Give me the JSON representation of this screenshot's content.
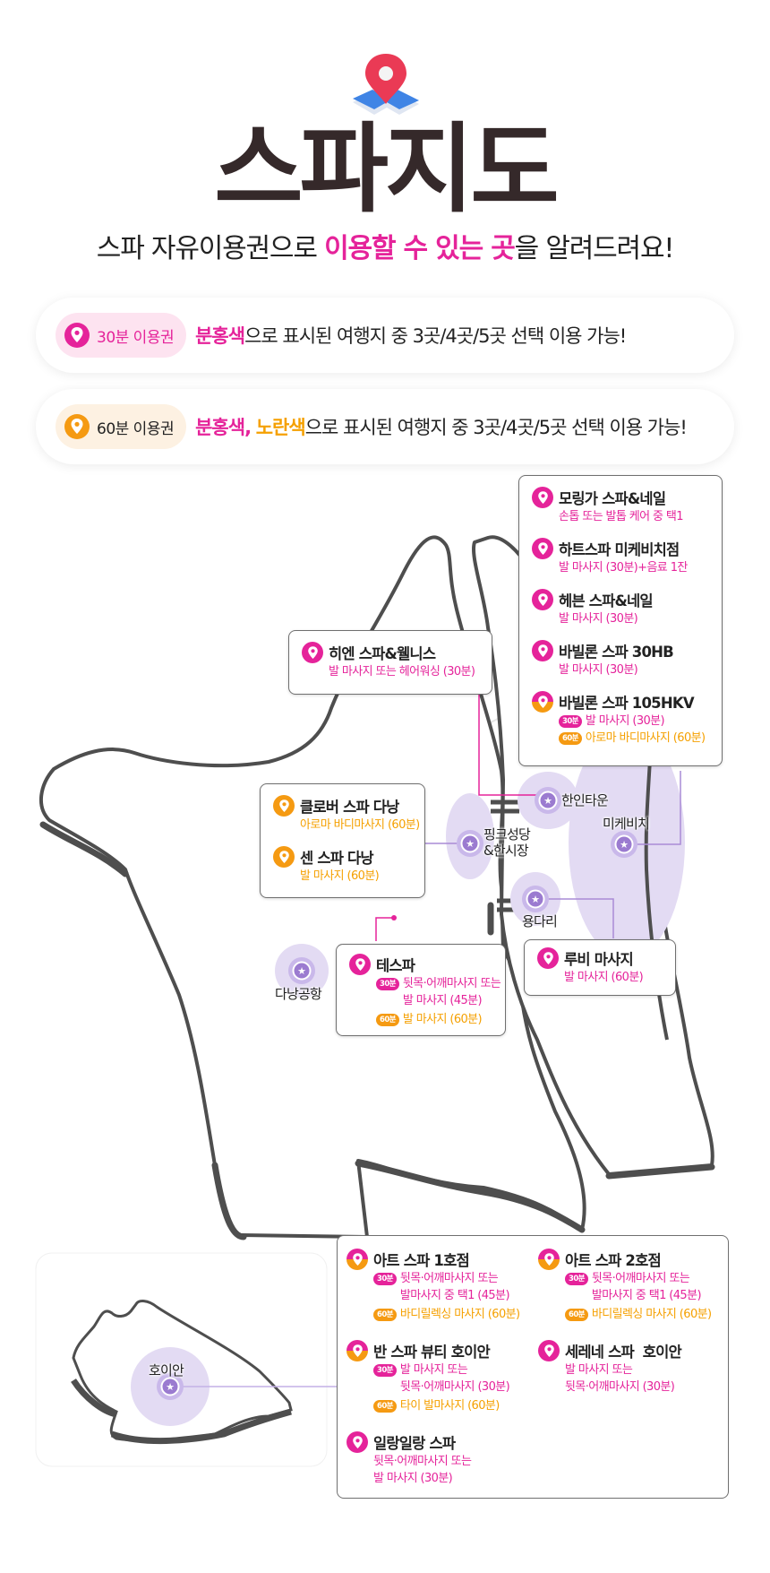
{
  "header": {
    "icon": "map-pin-icon",
    "title": "스파지도",
    "subtitle_pre": "스파 자유이용권으로 ",
    "subtitle_highlight_1": "이용할 수 있는 곳",
    "subtitle_post": "을 알려드려요!"
  },
  "colors": {
    "pink": "#e5239a",
    "orange": "#f59a12",
    "title_brown": "#35292a",
    "purple_area": "#e3dbf3",
    "purple_marker": "#a98bd6",
    "pink_badge_bg": "#fde3f0",
    "orange_badge_bg": "#fdf1e2"
  },
  "tickets": [
    {
      "badge": "30분 이용권",
      "color": "pink",
      "text_hl1": "분홍색",
      "text_sep": "",
      "text_hl2": "",
      "text_rest": "으로 표시된 여행지 중 3곳/4곳/5곳 선택 이용 가능!"
    },
    {
      "badge": "60분 이용권",
      "color": "orange",
      "text_hl1": "분홍색,",
      "text_sep": " ",
      "text_hl2": "노란색",
      "text_rest": "으로 표시된 여행지 중 3곳/4곳/5곳 선택 이용 가능!"
    }
  ],
  "tags": {
    "t30": "30분",
    "t60": "60분"
  },
  "danang": {
    "places": {
      "hanin": "한인타운",
      "mykhe": "미케비치",
      "pink_church_1": "핑크성당",
      "pink_church_2": "&한시장",
      "dragon": "용다리",
      "airport": "다낭공항"
    },
    "mykhe_card": [
      {
        "name": "모링가 스파&네일",
        "type": "pink",
        "desc": "손톱 또는 발톱 케어 중 택1"
      },
      {
        "name": "하트스파 미케비치점",
        "type": "pink",
        "desc": "발 마사지 (30분)+음료 1잔"
      },
      {
        "name": "헤븐 스파&네일",
        "type": "pink",
        "desc": "발 마사지 (30분)"
      },
      {
        "name": "바빌론 스파 30HB",
        "type": "pink",
        "desc": "발 마사지 (30분)"
      },
      {
        "name": "바빌론 스파 105HKV",
        "type": "split",
        "desc30": "발 마사지 (30분)",
        "desc60": "아로마 바디마사지 (60분)"
      }
    ],
    "hien_card": {
      "name": "히엔 스파&웰니스",
      "desc": "발 마사지 또는 헤어워싱 (30분)"
    },
    "clover_card": [
      {
        "name": "클로버 스파 다낭",
        "desc": "아로마 바디마사지 (60분)"
      },
      {
        "name": "센 스파 다낭",
        "desc": "발 마사지 (60분)"
      }
    ],
    "tespa_card": {
      "name": "테스파",
      "desc30_1": "뒷목·어깨마사지 또는",
      "desc30_2": "발 마사지 (45분)",
      "desc60": "발 마사지 (60분)"
    },
    "ruby_card": {
      "name": "루비 마사지",
      "desc": "발 마사지 (60분)"
    }
  },
  "hoian": {
    "place": "호이안",
    "shops": [
      {
        "name": "아트 스파 1호점",
        "type": "split",
        "desc30_1": "뒷목·어깨마사지 또는",
        "desc30_2": "발마사지 중 택1 (45분)",
        "desc60": "바디릴렉싱 마사지 (60분)"
      },
      {
        "name": "아트 스파 2호점",
        "type": "split",
        "desc30_1": "뒷목·어깨마사지 또는",
        "desc30_2": "발마사지 중 택1 (45분)",
        "desc60": "바디릴렉싱 마사지 (60분)"
      },
      {
        "name": "반 스파 뷰티 호이안",
        "type": "split",
        "desc30_1": "발 마사지 또는",
        "desc30_2": "뒷목·어깨마사지 (30분)",
        "desc60": "타이 발마사지 (60분)"
      },
      {
        "name": "세레네 스파  호이안",
        "type": "pink",
        "desc_1": "발 마사지 또는",
        "desc_2": "뒷목·어깨마사지 (30분)"
      },
      {
        "name": "일랑일랑 스파",
        "type": "pink",
        "desc_1": "뒷목·어깨마사지 또는",
        "desc_2": "발 마사지 (30분)"
      }
    ]
  }
}
